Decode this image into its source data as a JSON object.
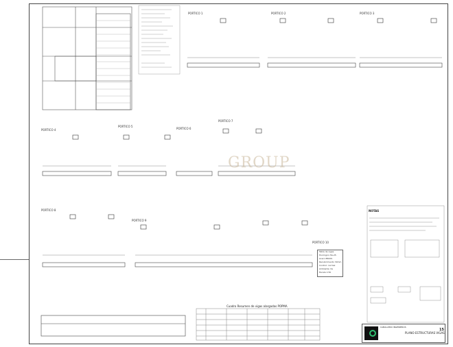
{
  "drawing": {
    "watermark": "GROUP",
    "beam_labels": [
      "PORTICO 1",
      "PORTICO 2",
      "PORTICO 3",
      "PORTICO 4",
      "PORTICO 5",
      "PORTICO 6",
      "PORTICO 7",
      "PORTICO 8",
      "PORTICO 9",
      "PORTICO 10"
    ],
    "schedule_title": "Cuadro Resumen de vigas alargadas POPMA",
    "legend_lines": [
      "Tabla de vigas",
      "Hormigón HA-25",
      "Acero B500S",
      "Recubrimiento 30mm",
      "Control: normal",
      "Ambiente: IIa",
      "Escala 1:50"
    ],
    "notes_title": "NOTAS",
    "title_block": {
      "firm": "CABALLERO INGENIEROS",
      "drawing_id": "PLANO ESTRUCTURAS VIGAS",
      "sheet": "15"
    }
  }
}
